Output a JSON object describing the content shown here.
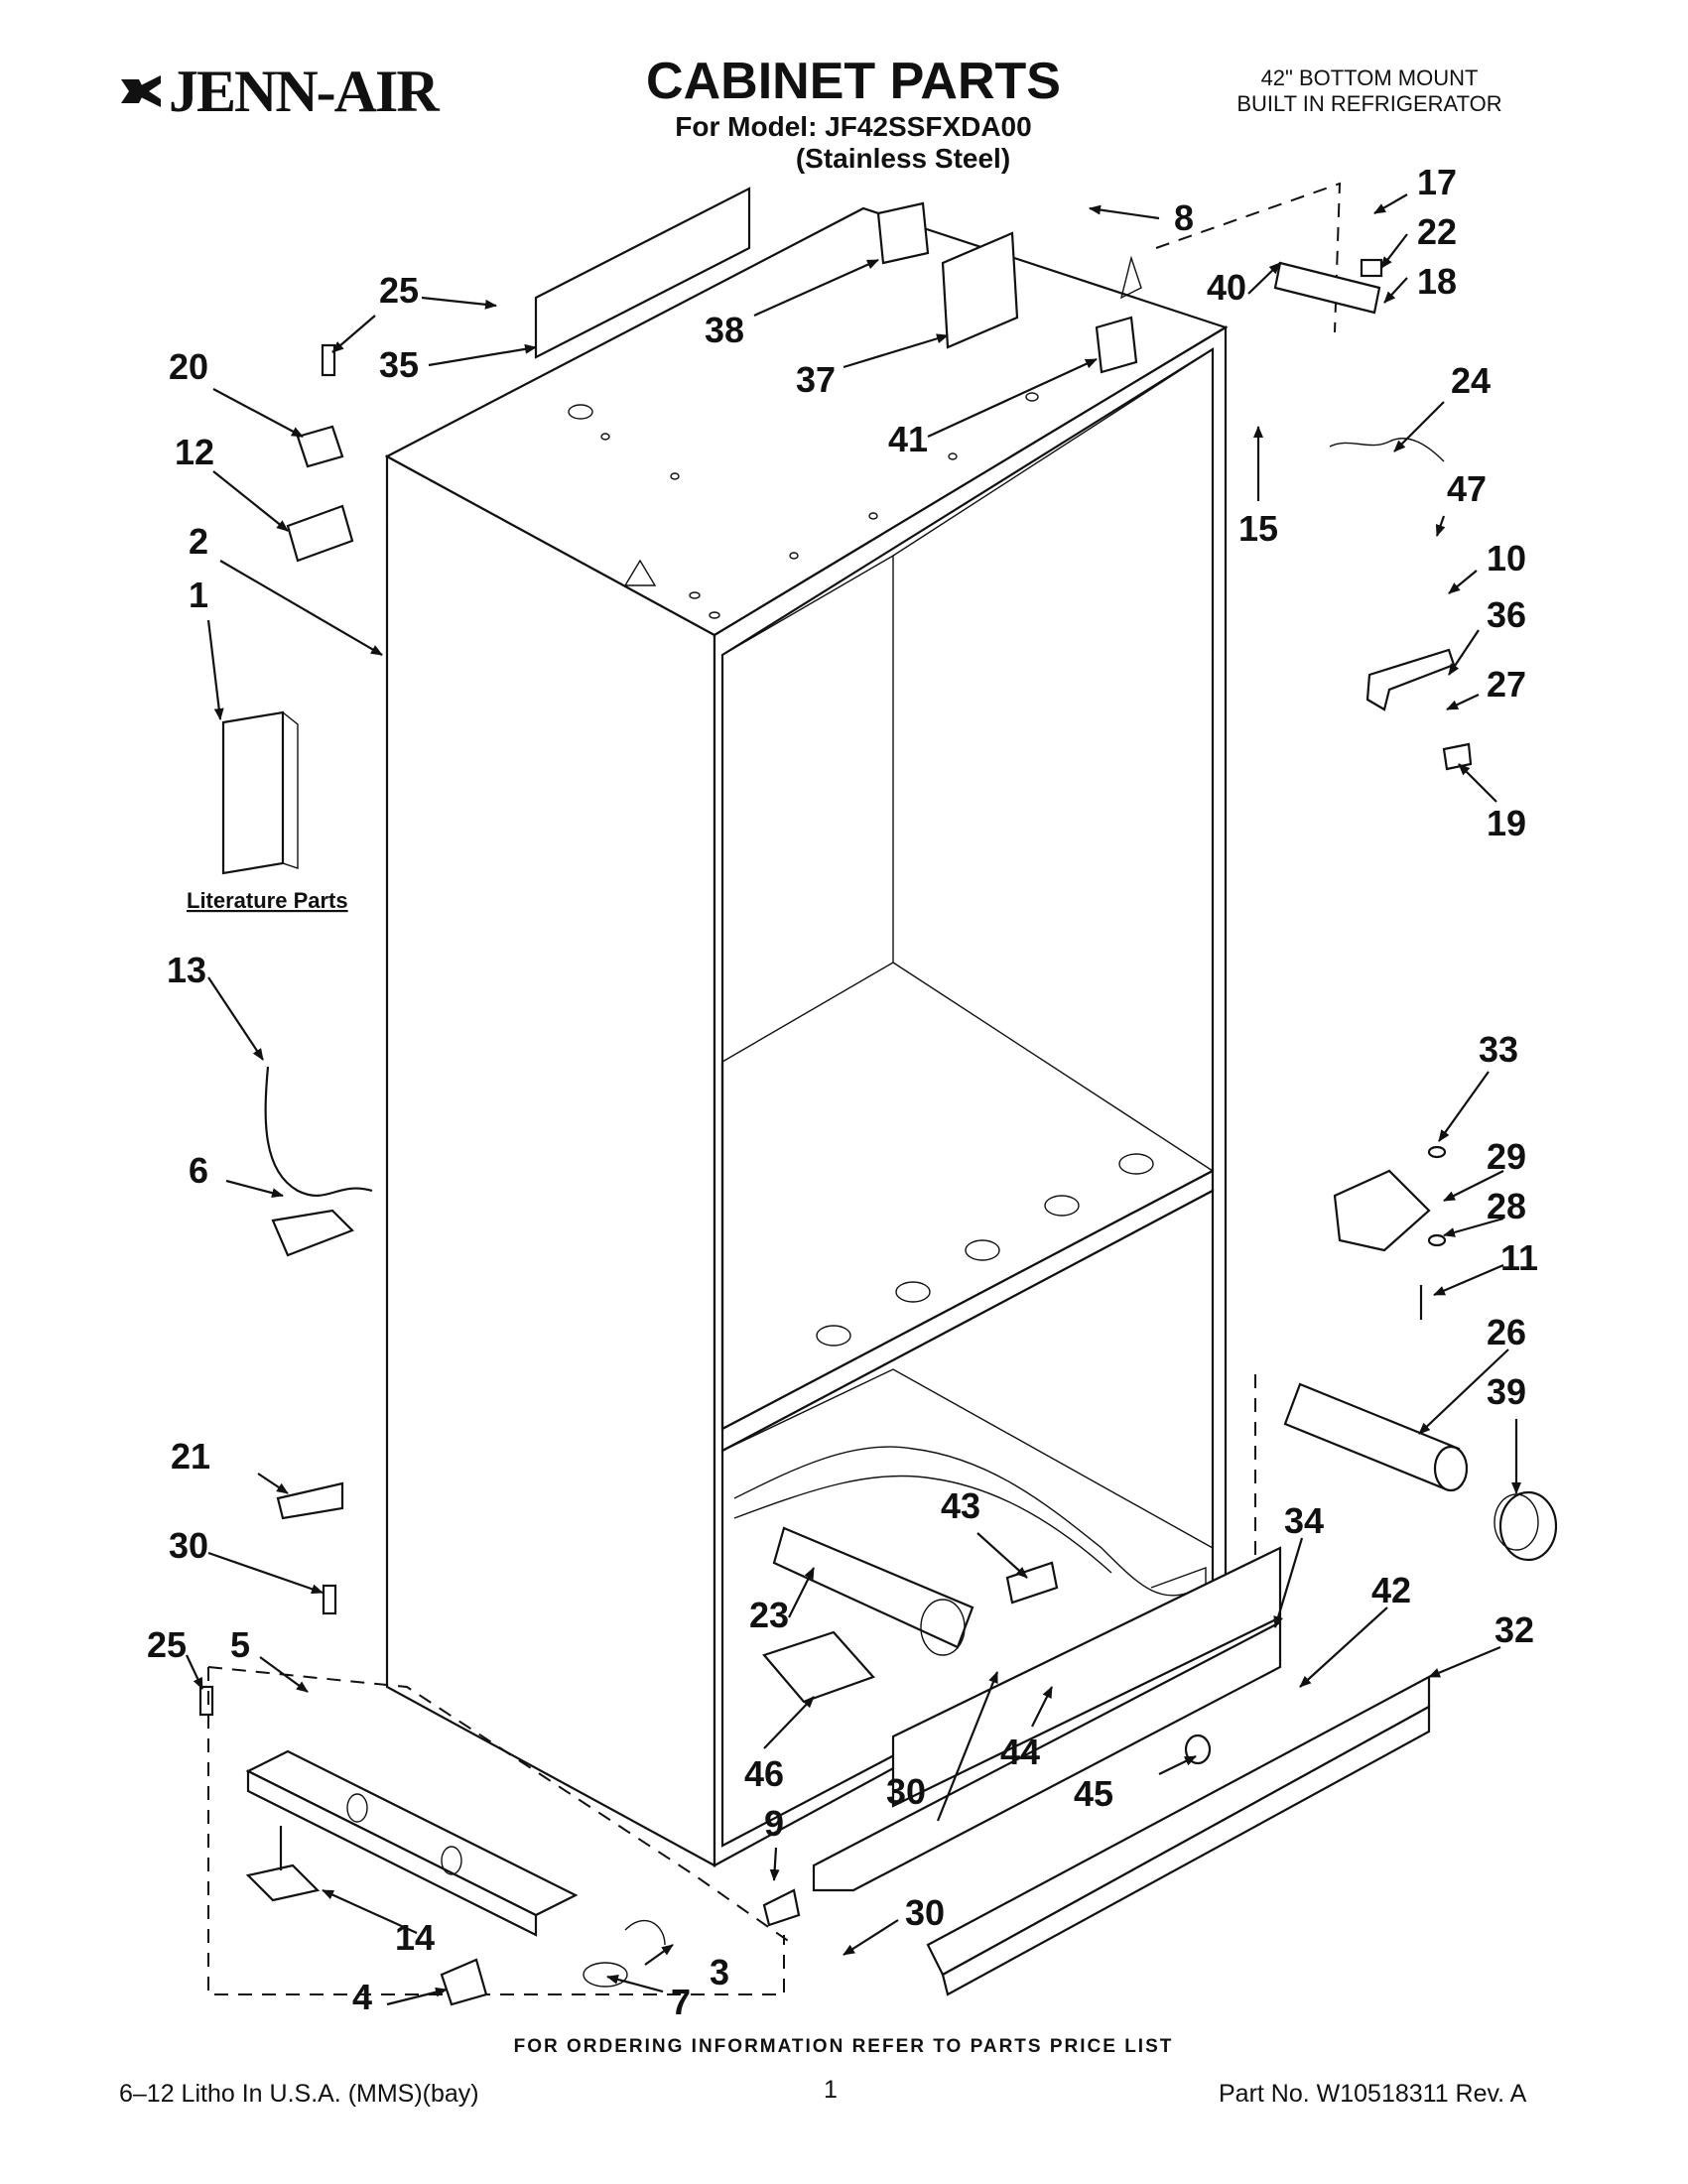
{
  "header": {
    "brand": "JENN-AIR",
    "title": "CABINET PARTS",
    "model_line": "For Model: JF42SSFXDA00",
    "variant": "(Stainless Steel)",
    "product_line1": "42\" BOTTOM MOUNT",
    "product_line2": "BUILT IN REFRIGERATOR"
  },
  "labels": {
    "literature_parts": "Literature Parts"
  },
  "callouts": {
    "c1": "1",
    "c2": "2",
    "c3": "3",
    "c4": "4",
    "c5": "5",
    "c6": "6",
    "c7": "7",
    "c8": "8",
    "c9": "9",
    "c10": "10",
    "c11": "11",
    "c12": "12",
    "c13": "13",
    "c14": "14",
    "c15": "15",
    "c17": "17",
    "c18": "18",
    "c19": "19",
    "c20": "20",
    "c21": "21",
    "c22": "22",
    "c23": "23",
    "c24": "24",
    "c25a": "25",
    "c25b": "25",
    "c26": "26",
    "c27": "27",
    "c28": "28",
    "c29": "29",
    "c30a": "30",
    "c30b": "30",
    "c30c": "30",
    "c32": "32",
    "c33": "33",
    "c34": "34",
    "c35": "35",
    "c36": "36",
    "c37": "37",
    "c38": "38",
    "c39": "39",
    "c40": "40",
    "c41": "41",
    "c42": "42",
    "c43": "43",
    "c44": "44",
    "c45": "45",
    "c46": "46",
    "c47": "47"
  },
  "footer": {
    "ordering_note": "FOR ORDERING INFORMATION REFER TO PARTS PRICE LIST",
    "litho": "6–12 Litho In U.S.A. (MMS)(bay)",
    "page_number": "1",
    "part_number": "Part No. W10518311 Rev. A"
  }
}
